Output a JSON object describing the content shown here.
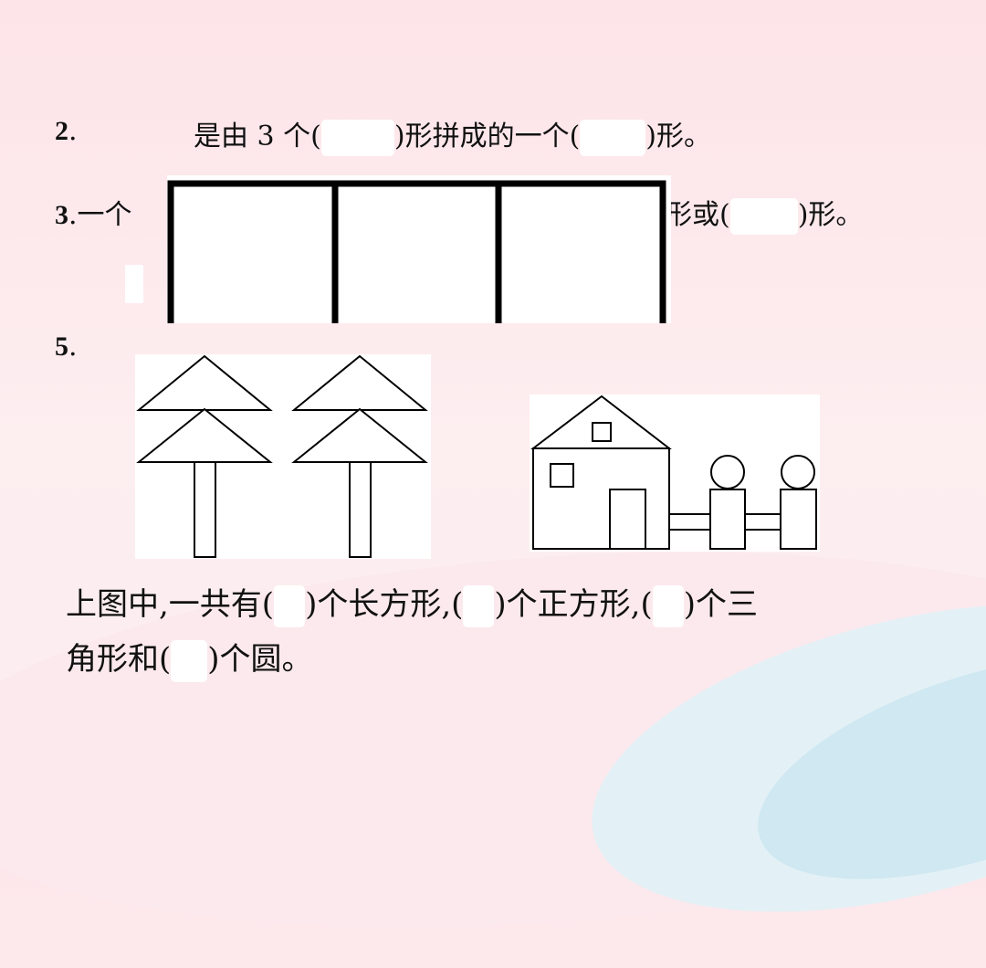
{
  "q2": {
    "num": "2",
    "num_dot": ".",
    "part1": "是由 3 个(",
    "part2": ")形拼成的一个(",
    "part3": ")形。"
  },
  "q3": {
    "num": "3",
    "num_dot": ".一个",
    "tail1": "形或(",
    "tail2": ")形。"
  },
  "q5": {
    "num": "5",
    "num_dot": ".",
    "line1_a": "上图中,一共有(",
    "line1_b": ")个长方形,(",
    "line1_c": ")个正方形,(",
    "line1_d": ")个三",
    "line2_a": "角形和(",
    "line2_b": ")个圆。"
  }
}
